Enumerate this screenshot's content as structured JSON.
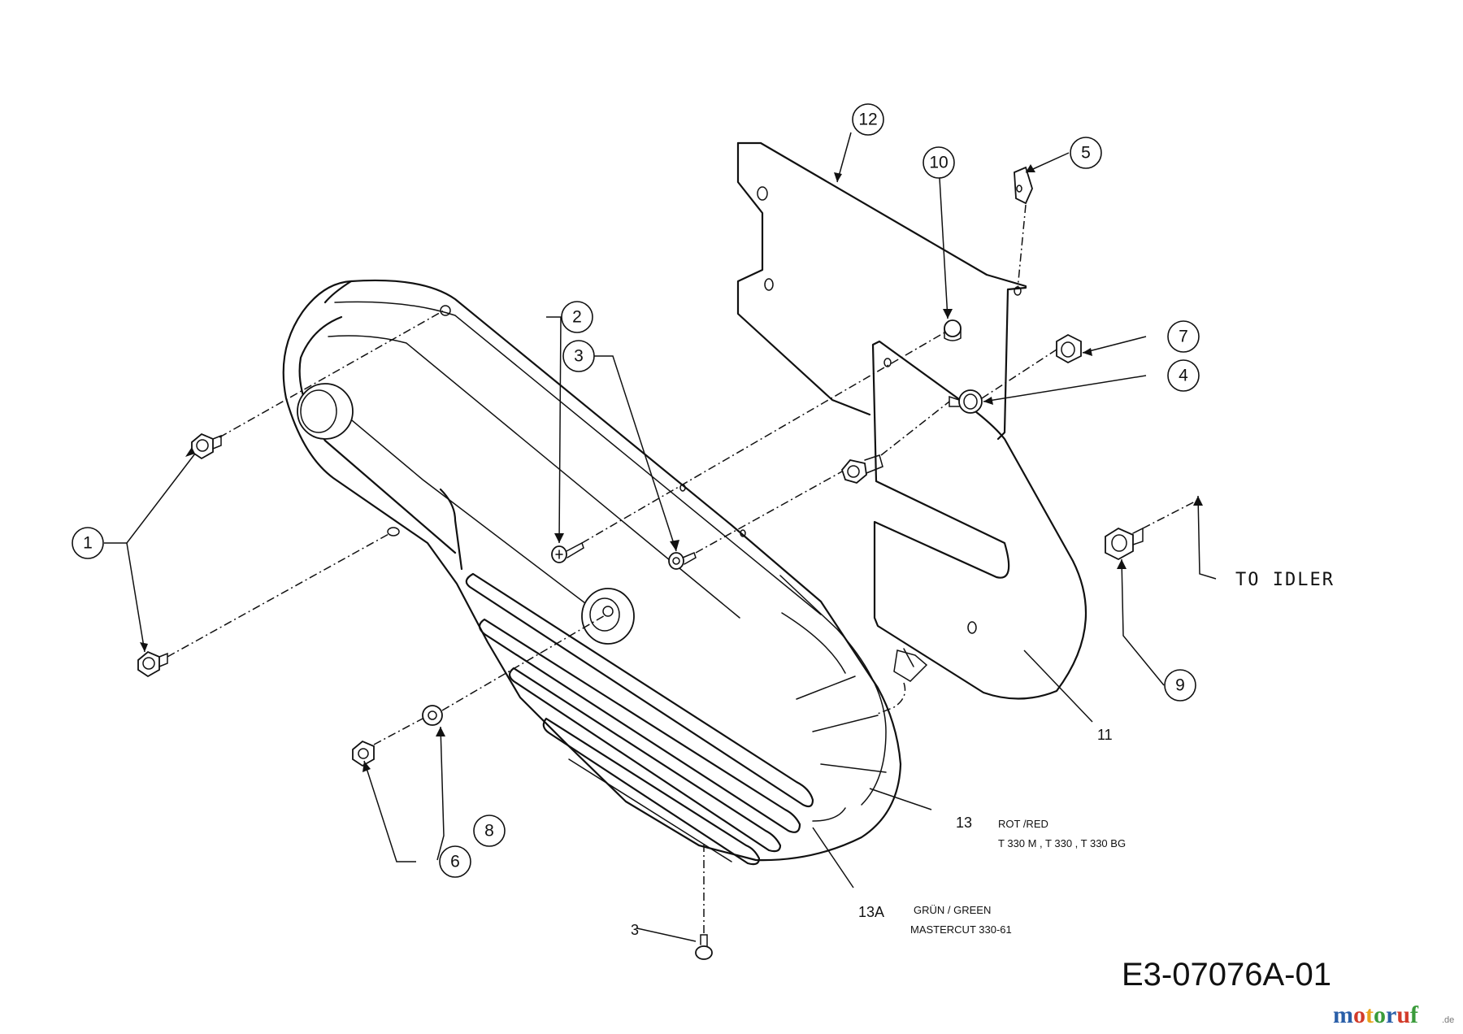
{
  "callouts": {
    "c1": "1",
    "c2": "2",
    "c3": "3",
    "c4": "4",
    "c5": "5",
    "c6": "6",
    "c7": "7",
    "c8": "8",
    "c9": "9",
    "c10": "10",
    "c12": "12"
  },
  "labels": {
    "p3_bottom": "3",
    "p11": "11",
    "p13": "13",
    "p13_note_1": "ROT /RED",
    "p13_note_2": "T 330 M , T 330 , T 330 BG",
    "p13a": "13A",
    "p13a_note_1": "GRÜN / GREEN",
    "p13a_note_2": "MASTERCUT 330-61",
    "to_idler": "TO IDLER"
  },
  "drawing_number": "E3-07076A-01",
  "watermark": {
    "text": "motoruf",
    "suffix": ".de",
    "colors": [
      "#2a5fa8",
      "#d23b2a",
      "#e8a21b",
      "#3a9b3a",
      "#2a5fa8",
      "#d23b2a",
      "#3a9b3a"
    ]
  }
}
